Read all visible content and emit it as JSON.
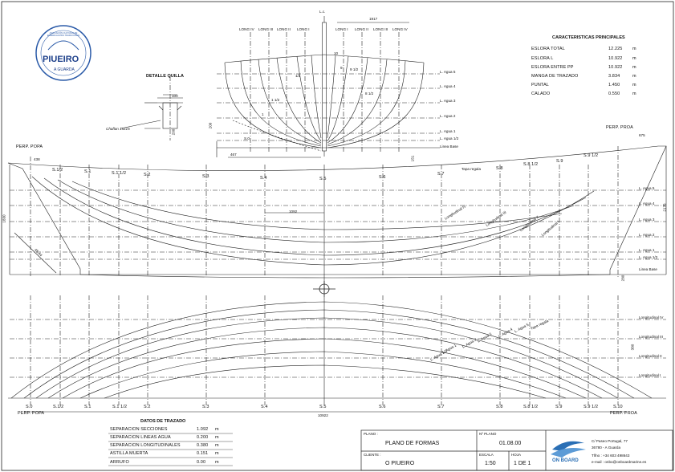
{
  "logo": {
    "ring_text": "ASOCIACIÓN CULTURAL DE EMBARCACIÓNS TRADICIONAIS",
    "name": "PIUEIRO",
    "place": "A GUARDA"
  },
  "body_plan": {
    "center_label": "L.c.",
    "half_breadth": "1917",
    "long_labels_left": [
      "LONG IV",
      "LONG III",
      "LONG II",
      "LONG I"
    ],
    "long_labels_right": [
      "LONG I",
      "LONG II",
      "LONG III",
      "LONG IV"
    ],
    "waterlines": [
      "L. Agua 5",
      "L. Agua 4",
      "L. Agua 3",
      "L. Agua 2",
      "L. Agua 1",
      "L. Agua 1/2",
      "Linea Base"
    ],
    "station_marks": [
      "10",
      "9",
      "1/2",
      "9 1/2",
      "8 1/2",
      "1 1/2",
      "1",
      "S.0"
    ],
    "dim_left": "200",
    "dim_bottom": "467",
    "dim_right": "151"
  },
  "detail": {
    "title": "DETALLE QUILLA",
    "dim_width": "100",
    "dim_height": "200",
    "chaflan": "Chaflan 15x15"
  },
  "characteristics": {
    "title": "CARACTERISTICAS PRINCIPALES",
    "rows": [
      {
        "label": "ESLORA TOTAL",
        "value": "12.225",
        "unit": "m"
      },
      {
        "label": "ESLORA L",
        "value": "10.922",
        "unit": "m"
      },
      {
        "label": "ESLORA ENTRE PP",
        "value": "10.922",
        "unit": "m"
      },
      {
        "label": "MANGA DE TRAZADO",
        "value": "3.834",
        "unit": "m"
      },
      {
        "label": "PUNTAL",
        "value": "1.450",
        "unit": "m"
      },
      {
        "label": "CALADO",
        "value": "0.550",
        "unit": "m"
      }
    ]
  },
  "profile": {
    "perp_popa": "PERP. POPA",
    "perp_proa": "PERP. PROA",
    "dim_stern": "438",
    "dim_bow": "675",
    "dim_height_left": "1830",
    "dim_height_right": "2175",
    "dim_station_spacing": "1092",
    "dim_bottom_right": "280",
    "top_stations": [
      "S.1/2",
      "S.1",
      "S.1 1/2",
      "S.2",
      "S.3",
      "S.4",
      "S.5",
      "S.6",
      "S.7",
      "S.8",
      "S.8 1/2",
      "S.9",
      "S.9 1/2"
    ],
    "tapa_regala": "Tapa regala",
    "waterlines": [
      "L. Agua 5",
      "L. Agua 4",
      "L. Agua 3",
      "L. Agua 2",
      "L. Agua 1",
      "L. Agua 1/2",
      "Linea Base"
    ],
    "longitudinals": [
      "Longitudinal IV",
      "Longitudinal III",
      "Longitudinal II",
      "Longitudinal I"
    ],
    "angle_label": "45.44"
  },
  "plan": {
    "longitudinals": [
      "Longitudinal IV",
      "Longitudinal III",
      "Longitudinal II",
      "Longitudinal I"
    ],
    "curve_labels": [
      "Tapa regala",
      "L. Agua 5",
      "L. Agua 4",
      "L. Agua 3",
      "L. Agua 2",
      "L. Agua 1",
      "L. Agua 1/2"
    ],
    "dim_right": "380",
    "bottom_stations": [
      "S.0",
      "S.1/2",
      "S.1",
      "S.1 1/2",
      "S.2",
      "S.3",
      "S.4",
      "S.5",
      "S.6",
      "S.7",
      "S.8",
      "S.8 1/2",
      "S.9",
      "S.9 1/2",
      "S.10"
    ],
    "perp_popa": "PERP. POPA",
    "perp_proa": "PERP. PROA",
    "overall_length": "10922"
  },
  "datos": {
    "title": "DATOS DE TRAZADO",
    "rows": [
      {
        "label": "SEPARACION SECCIONES",
        "value": "1.092",
        "unit": "m"
      },
      {
        "label": "SEPARACION LINEAS AGUA",
        "value": "0.200",
        "unit": "m"
      },
      {
        "label": "SEPARACION LONGITUDINALES",
        "value": "0.380",
        "unit": "m"
      },
      {
        "label": "ASTILLA MUERTA",
        "value": "0.151",
        "unit": "m"
      },
      {
        "label": "ARRUFO",
        "value": "0.00",
        "unit": "m"
      }
    ]
  },
  "title_block": {
    "plano_label": "PLANO :",
    "plano_value": "PLANO DE FORMAS",
    "num_plano_label": "Nº PLANO",
    "num_plano_value": "01.08.00",
    "cliente_label": "CLIENTE :",
    "cliente_value": "O PIUEIRO",
    "escala_label": "ESCALA",
    "escala_value": "1:50",
    "hoja_label": "HOJA",
    "hoja_value": "1 DE 1",
    "company": "ON BOARD",
    "address1": "C/ Paseo Portugal, 77",
    "address2": "36780 - A Guarda",
    "phone": "Tlfno : +34 603 498643",
    "email": "e-mail : onbo@onboardmarine.es"
  }
}
